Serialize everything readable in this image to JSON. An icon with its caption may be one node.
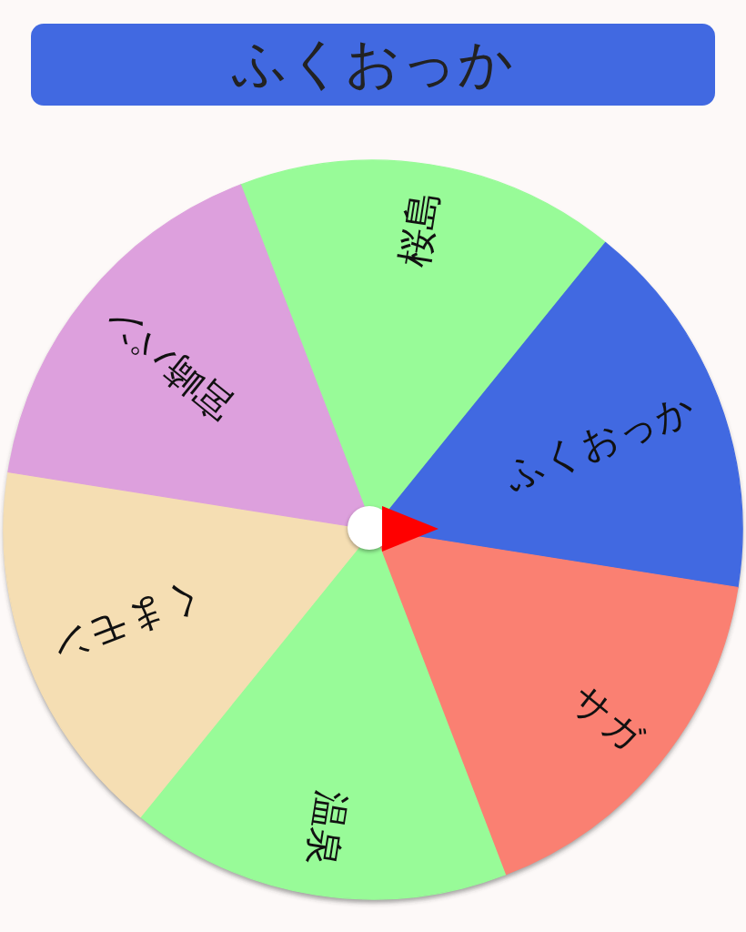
{
  "diagram": {
    "title": "ふくおっか",
    "nodes": [
      {
        "text": [
          "桜島"
        ]
      },
      {
        "text": [
          "ふくおっか"
        ]
      },
      {
        "text": [
          "サガ"
        ]
      },
      {
        "text": [
          "温泉"
        ]
      },
      {
        "text": [
          "くまモン"
        ]
      },
      {
        "text": [
          "宮崎パン"
        ]
      }
    ]
  }
}
